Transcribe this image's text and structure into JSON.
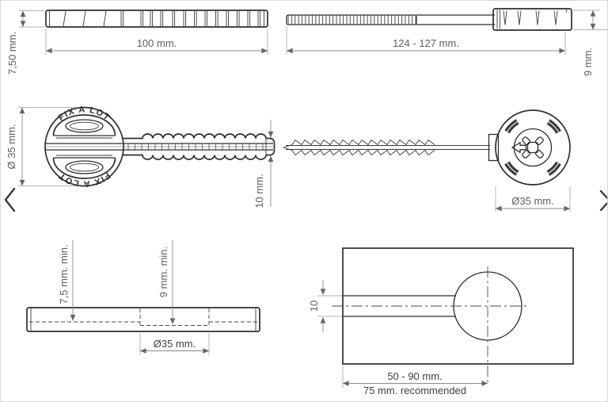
{
  "page": {
    "background_color": "#ffffff",
    "border_color": "#dadada",
    "line_color": "#2e2e2e",
    "dimension_color": "#8a8a8a",
    "label_color": "#5d5d5d"
  },
  "carousel": {
    "prev_icon": "chevron-left",
    "next_icon": "chevron-right"
  },
  "drawing": {
    "strip_side_view": {
      "length": "100 mm.",
      "thickness": "7,50 mm."
    },
    "screw_side_view": {
      "length": "124 - 127 mm.",
      "head_height": "9 mm."
    },
    "plug_face_view": {
      "brand_top": "FIX A LOT",
      "brand_bottom": "FIX A LOT",
      "head_diameter": "Ø 35 mm.",
      "shaft_width": "10 mm."
    },
    "plug_back_view": {
      "head_diameter": "Ø35 mm."
    },
    "board_section_view": {
      "min_depth": "7,5 mm. min.",
      "min_recess_depth": "9 mm. min.",
      "recess_diameter": "Ø35 mm."
    },
    "board_plan_view": {
      "slot_width": "10",
      "edge_distance_range": "50 - 90 mm.",
      "edge_distance_recommended": "75 mm. recommended"
    }
  }
}
